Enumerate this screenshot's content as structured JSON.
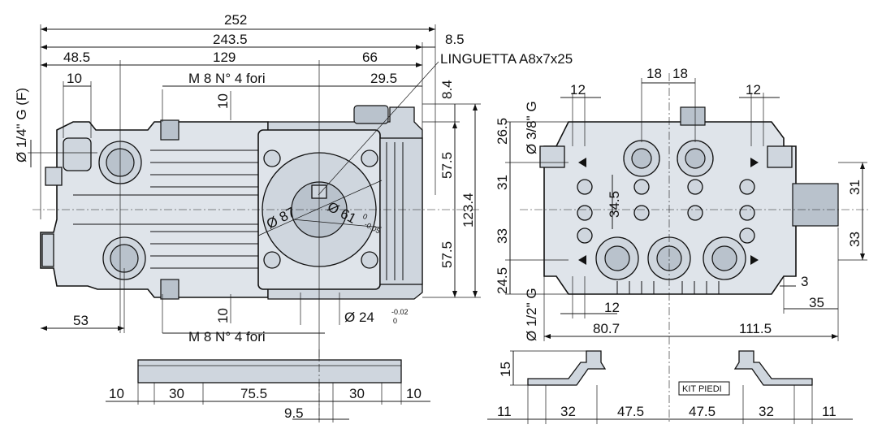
{
  "side_view": {
    "dim_overall": "252",
    "dim_body": "243.5",
    "dim_shaft_end": "8.5",
    "dim_left": "48.5",
    "dim_mid": "129",
    "dim_right": "66",
    "dim_offset": "29.5",
    "dim_port_w": "10",
    "dim_bolt_v_top": "10",
    "dim_bolt_v_bot": "10",
    "dim_bottom_left": "53",
    "dim_top_right": "8.4",
    "dim_57a": "57.5",
    "dim_57b": "57.5",
    "dim_height": "123.4",
    "label_key": "LINGUETTA A8x7x25",
    "label_bolts_top": "M 8 N° 4 fori",
    "label_bolts_bottom": "M 8 N° 4 fori",
    "label_inlet_thread": "Ø 1/4\" G (F)",
    "label_d87": "Ø 87",
    "label_d61": "Ø 61",
    "tol_d61_upper": "0",
    "tol_d61_lower": "-0.05",
    "label_d24": "Ø 24",
    "tol_d24_upper": "-0.02",
    "tol_d24_lower": "0"
  },
  "front_view": {
    "dim_18a": "18",
    "dim_18b": "18",
    "dim_12_tl": "12",
    "dim_12_tr": "12",
    "dim_12_bl": "12",
    "dim_26_5": "26.5",
    "dim_31_left": "31",
    "dim_33_left": "33",
    "dim_24_5": "24.5",
    "dim_34_5": "34.5",
    "dim_31_right": "31",
    "dim_33_right": "33",
    "dim_3": "3",
    "dim_35": "35",
    "dim_80_7": "80.7",
    "dim_111_5": "111.5",
    "label_port_top": "Ø 3/8\" G",
    "label_port_bottom": "Ø 1/2\" G"
  },
  "base_plate": {
    "dims": [
      "10",
      "30",
      "75.5",
      "30",
      "10"
    ],
    "dim_center": "9.5"
  },
  "feet_kit": {
    "label": "KIT PIEDI",
    "dim_height": "15",
    "dims": [
      "11",
      "32",
      "47.5",
      "47.5",
      "32",
      "11"
    ]
  }
}
